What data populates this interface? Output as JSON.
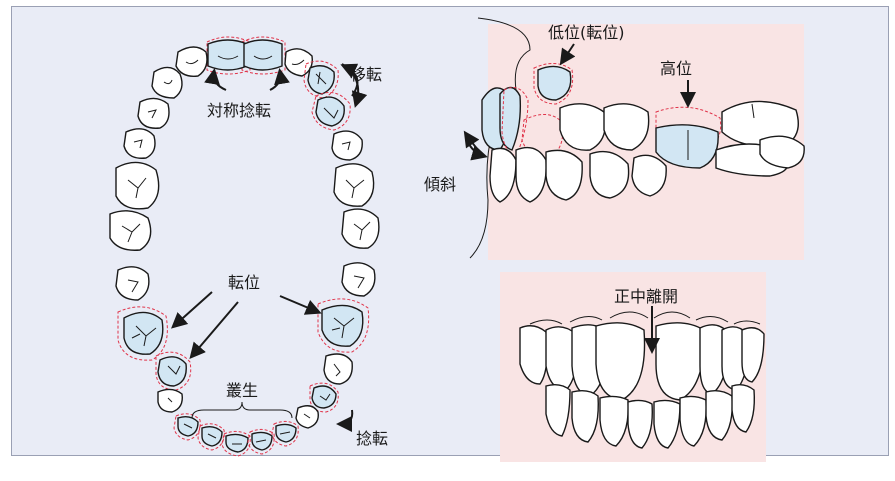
{
  "labels": {
    "symmetric_rotation": "対称捻転",
    "transfer": "移転",
    "displacement": "転位",
    "crowding": "叢生",
    "rotation": "捻転",
    "infraversion": "低位(転位)",
    "supraversion": "高位",
    "inclination": "傾斜",
    "diastema": "正中離開"
  },
  "colors": {
    "background": "#e9ecf6",
    "panel_pink": "#f9e4e4",
    "tooth_fill": "#ffffff",
    "highlight_fill": "#d2e6f3",
    "outline": "#1a1a1a",
    "dashed_red": "#e0344a"
  }
}
